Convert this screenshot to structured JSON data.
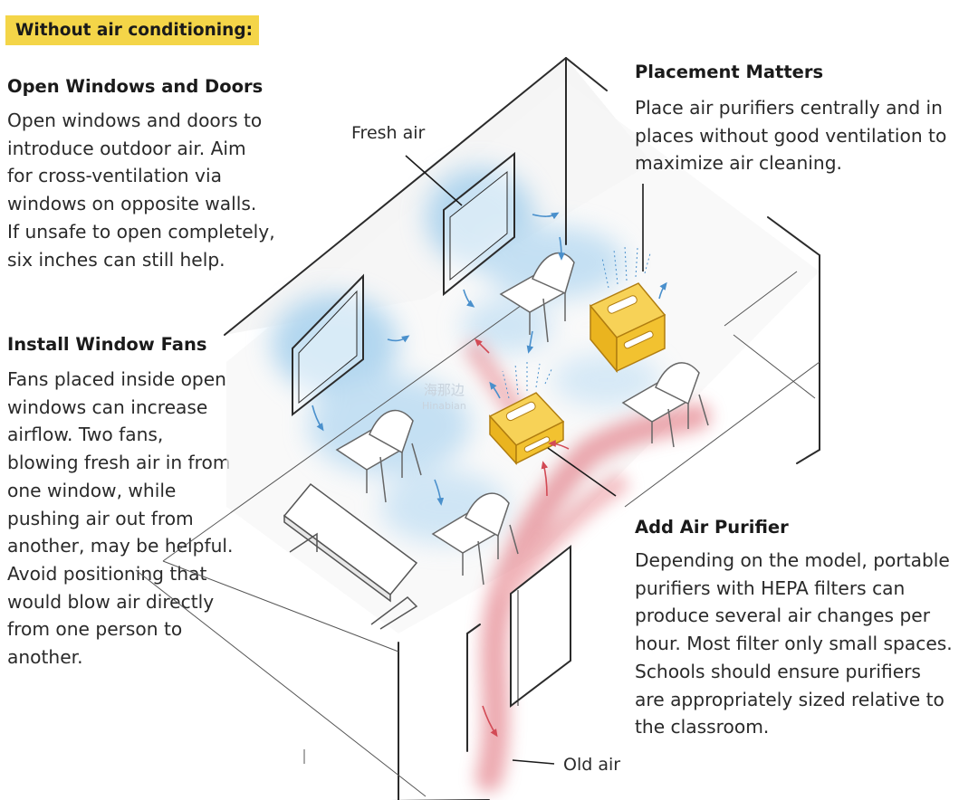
{
  "tag": "Without air conditioning:",
  "sections": {
    "windows": {
      "heading": "Open Windows and Doors",
      "body": "Open windows and doors to\nintroduce outdoor air. Aim\nfor cross-ventilation via\nwindows on opposite walls.\nIf unsafe to open completely,\nsix inches can still help."
    },
    "fans": {
      "heading": "Install Window Fans",
      "body": "Fans placed inside open\nwindows can increase\nairflow. Two fans,\nblowing fresh air in from\none window, while\npushing air out from\nanother, may be helpful.\nAvoid positioning that\nwould blow air directly\nfrom one person to\nanother."
    },
    "placement": {
      "heading": "Placement Matters",
      "body": "Place air purifiers centrally and in\nplaces without good ventilation to\nmaximize air cleaning."
    },
    "purifier": {
      "heading": "Add Air Purifier",
      "body": "Depending on the model, portable\npurifiers with HEPA filters can\nproduce several air changes per\nhour. Most filter only small spaces.\nSchools should ensure purifiers\nare appropriately sized relative to\nthe classroom."
    }
  },
  "callouts": {
    "fresh_air": "Fresh air",
    "old_air": "Old air"
  },
  "watermark": {
    "line1": "海那边",
    "line2": "Hinabian"
  },
  "colors": {
    "tag_background": "#f4d548",
    "fresh_air": "#8cc4ea",
    "old_air": "#e0707a",
    "purifier": "#f2c230",
    "line": "#2b2b2b"
  }
}
